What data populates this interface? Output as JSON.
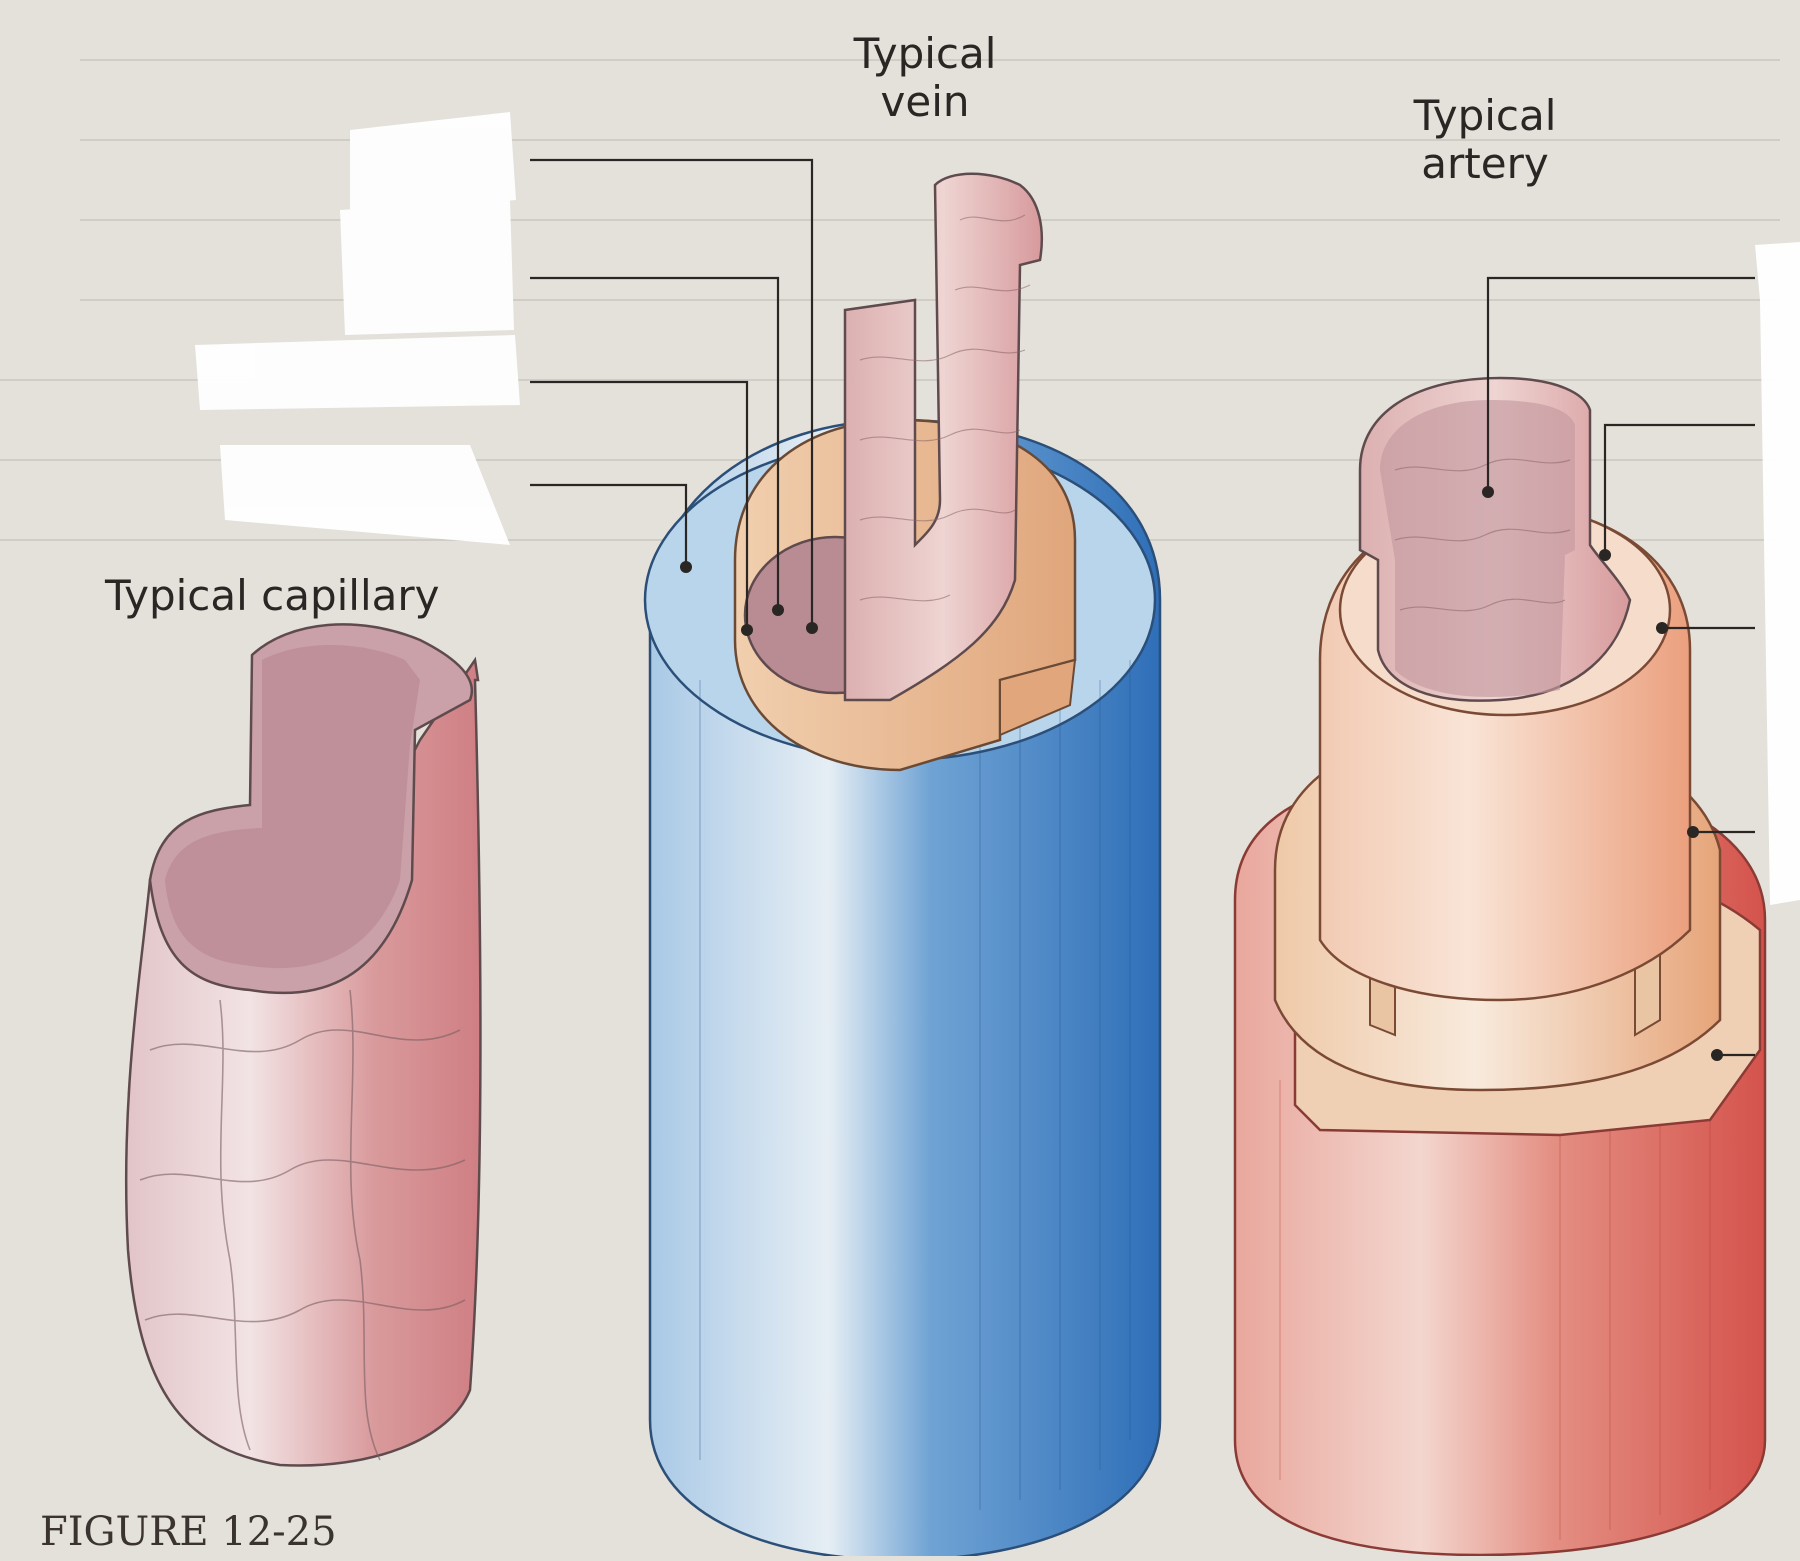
{
  "titles": {
    "vein": "Typical vein",
    "artery": "Typical artery",
    "capillary": "Typical capillary"
  },
  "caption": "FIGURE 12-25",
  "colors": {
    "page": "#e4e1db",
    "vein_externa": "#3f7fc4",
    "artery_externa": "#d9675f",
    "media": "#e8b58e",
    "intima": "#d6a3a4",
    "leader_line": "#2a2624"
  }
}
